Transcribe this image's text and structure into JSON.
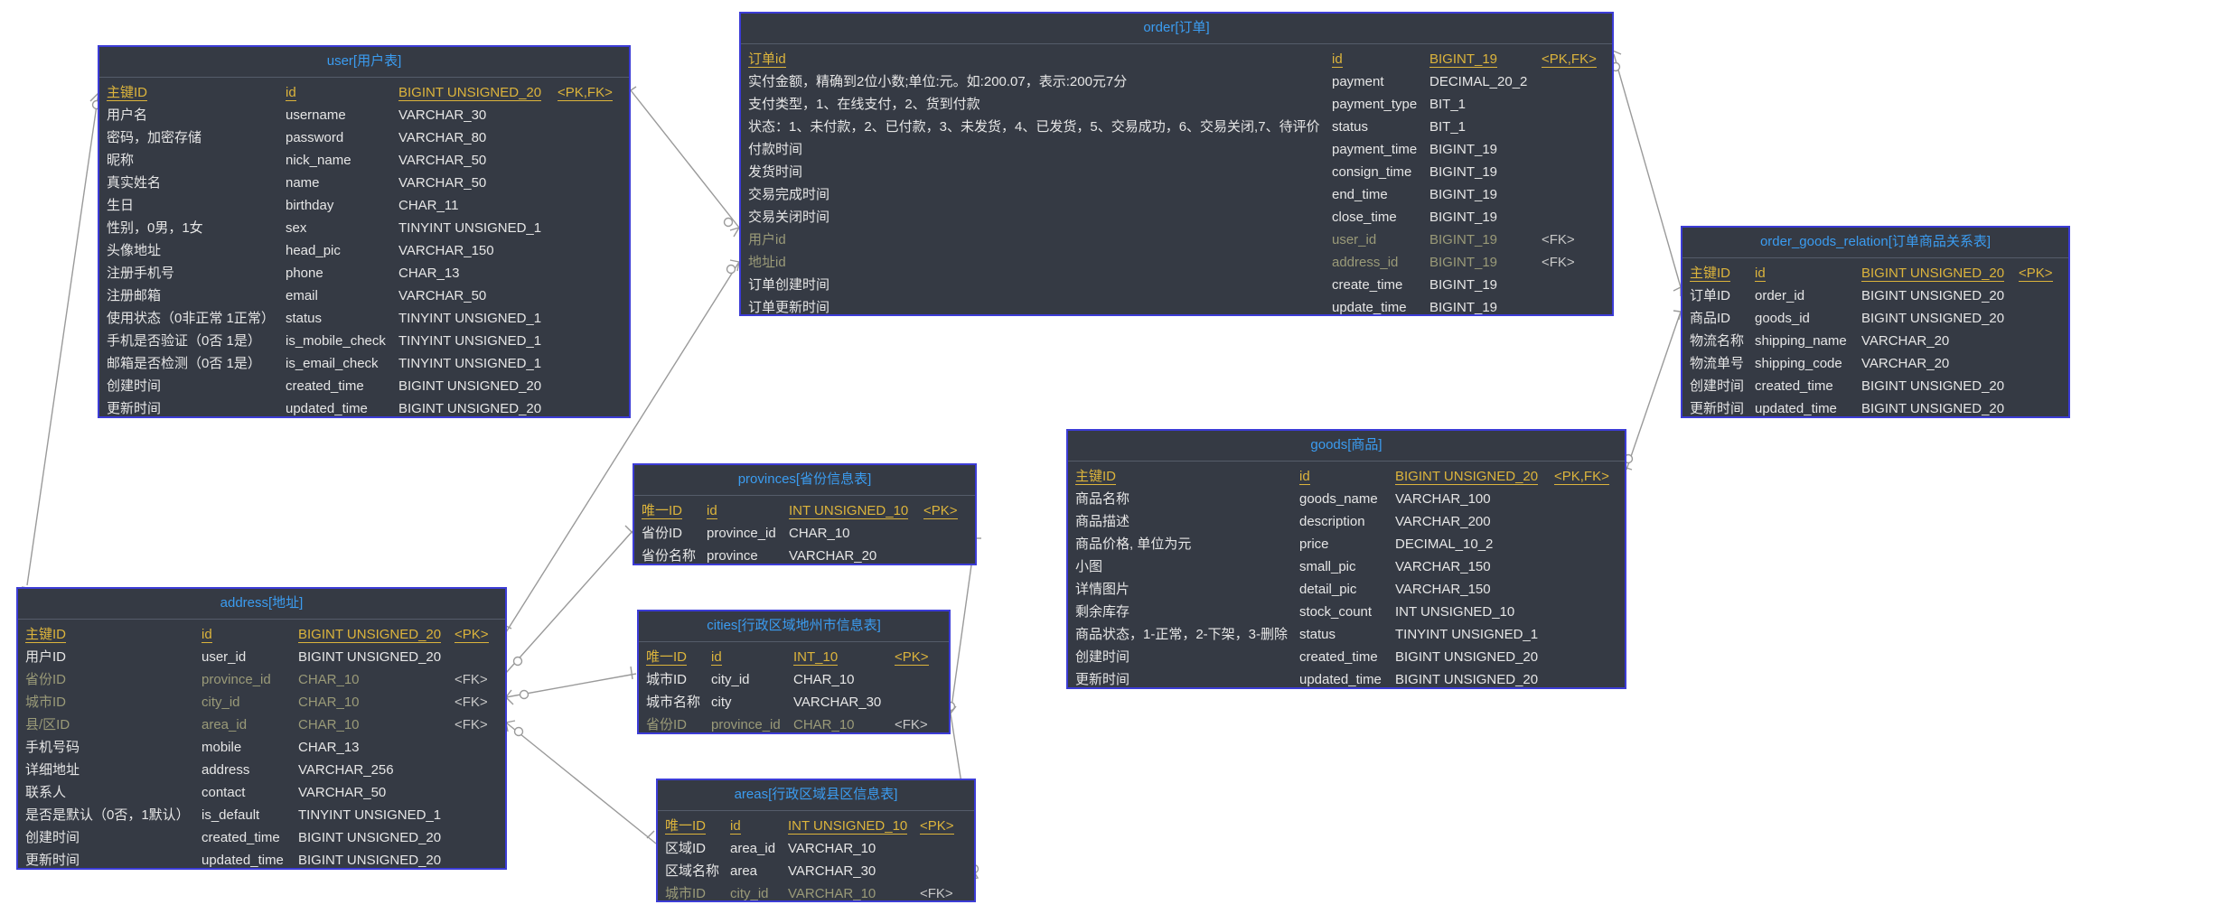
{
  "tables": {
    "user": {
      "title": "user[用户表]",
      "rows": [
        [
          "主键ID",
          "id",
          "BIGINT UNSIGNED_20",
          "<PK,FK>"
        ],
        [
          "用户名",
          "username",
          "VARCHAR_30",
          ""
        ],
        [
          "密码，加密存储",
          "password",
          "VARCHAR_80",
          ""
        ],
        [
          "昵称",
          "nick_name",
          "VARCHAR_50",
          ""
        ],
        [
          "真实姓名",
          "name",
          "VARCHAR_50",
          ""
        ],
        [
          "生日",
          "birthday",
          "CHAR_11",
          ""
        ],
        [
          "性别，0男，1女",
          "sex",
          "TINYINT UNSIGNED_1",
          ""
        ],
        [
          "头像地址",
          "head_pic",
          "VARCHAR_150",
          ""
        ],
        [
          "注册手机号",
          "phone",
          "CHAR_13",
          ""
        ],
        [
          "注册邮箱",
          "email",
          "VARCHAR_50",
          ""
        ],
        [
          "使用状态（0非正常 1正常）",
          "status",
          "TINYINT UNSIGNED_1",
          ""
        ],
        [
          "手机是否验证（0否 1是）",
          "is_mobile_check",
          "TINYINT UNSIGNED_1",
          ""
        ],
        [
          "邮箱是否检测（0否 1是）",
          "is_email_check",
          "TINYINT UNSIGNED_1",
          ""
        ],
        [
          "创建时间",
          "created_time",
          "BIGINT UNSIGNED_20",
          ""
        ],
        [
          "更新时间",
          "updated_time",
          "BIGINT UNSIGNED_20",
          ""
        ]
      ]
    },
    "order": {
      "title": "order[订单]",
      "rows": [
        [
          "订单id",
          "id",
          "BIGINT_19",
          "<PK,FK>"
        ],
        [
          "实付金额，精确到2位小数;单位:元。如:200.07，表示:200元7分",
          "payment",
          "DECIMAL_20_2",
          ""
        ],
        [
          "支付类型，1、在线支付，2、货到付款",
          "payment_type",
          "BIT_1",
          ""
        ],
        [
          "状态：1、未付款，2、已付款，3、未发货，4、已发货，5、交易成功，6、交易关闭,7、待评价",
          "status",
          "BIT_1",
          ""
        ],
        [
          "付款时间",
          "payment_time",
          "BIGINT_19",
          ""
        ],
        [
          "发货时间",
          "consign_time",
          "BIGINT_19",
          ""
        ],
        [
          "交易完成时间",
          "end_time",
          "BIGINT_19",
          ""
        ],
        [
          "交易关闭时间",
          "close_time",
          "BIGINT_19",
          ""
        ],
        [
          "用户id",
          "user_id",
          "BIGINT_19",
          "<FK>"
        ],
        [
          "地址id",
          "address_id",
          "BIGINT_19",
          "<FK>"
        ],
        [
          "订单创建时间",
          "create_time",
          "BIGINT_19",
          ""
        ],
        [
          "订单更新时间",
          "update_time",
          "BIGINT_19",
          ""
        ]
      ]
    },
    "order_goods_relation": {
      "title": "order_goods_relation[订单商品关系表]",
      "rows": [
        [
          "主键ID",
          "id",
          "BIGINT UNSIGNED_20",
          "<PK>"
        ],
        [
          "订单ID",
          "order_id",
          "BIGINT UNSIGNED_20",
          ""
        ],
        [
          "商品ID",
          "goods_id",
          "BIGINT UNSIGNED_20",
          ""
        ],
        [
          "物流名称",
          "shipping_name",
          "VARCHAR_20",
          ""
        ],
        [
          "物流单号",
          "shipping_code",
          "VARCHAR_20",
          ""
        ],
        [
          "创建时间",
          "created_time",
          "BIGINT UNSIGNED_20",
          ""
        ],
        [
          "更新时间",
          "updated_time",
          "BIGINT UNSIGNED_20",
          ""
        ]
      ]
    },
    "goods": {
      "title": "goods[商品]",
      "rows": [
        [
          "主键ID",
          "id",
          "BIGINT UNSIGNED_20",
          "<PK,FK>"
        ],
        [
          "商品名称",
          "goods_name",
          "VARCHAR_100",
          ""
        ],
        [
          "商品描述",
          "description",
          "VARCHAR_200",
          ""
        ],
        [
          "商品价格, 单位为元",
          "price",
          "DECIMAL_10_2",
          ""
        ],
        [
          "小图",
          "small_pic",
          "VARCHAR_150",
          ""
        ],
        [
          "详情图片",
          "detail_pic",
          "VARCHAR_150",
          ""
        ],
        [
          "剩余库存",
          "stock_count",
          "INT UNSIGNED_10",
          ""
        ],
        [
          "商品状态，1-正常，2-下架，3-删除",
          "status",
          "TINYINT UNSIGNED_1",
          ""
        ],
        [
          "创建时间",
          "created_time",
          "BIGINT UNSIGNED_20",
          ""
        ],
        [
          "更新时间",
          "updated_time",
          "BIGINT UNSIGNED_20",
          ""
        ]
      ]
    },
    "provinces": {
      "title": "provinces[省份信息表]",
      "rows": [
        [
          "唯一ID",
          "id",
          "INT UNSIGNED_10",
          "<PK>"
        ],
        [
          "省份ID",
          "province_id",
          "CHAR_10",
          ""
        ],
        [
          "省份名称",
          "province",
          "VARCHAR_20",
          ""
        ]
      ]
    },
    "address": {
      "title": "address[地址]",
      "rows": [
        [
          "主键ID",
          "id",
          "BIGINT UNSIGNED_20",
          "<PK>"
        ],
        [
          "用户ID",
          "user_id",
          "BIGINT UNSIGNED_20",
          ""
        ],
        [
          "省份ID",
          "province_id",
          "CHAR_10",
          "<FK>"
        ],
        [
          "城市ID",
          "city_id",
          "CHAR_10",
          "<FK>"
        ],
        [
          "县/区ID",
          "area_id",
          "CHAR_10",
          "<FK>"
        ],
        [
          "手机号码",
          "mobile",
          "CHAR_13",
          ""
        ],
        [
          "详细地址",
          "address",
          "VARCHAR_256",
          ""
        ],
        [
          "联系人",
          "contact",
          "VARCHAR_50",
          ""
        ],
        [
          "是否是默认（0否，1默认）",
          "is_default",
          "TINYINT UNSIGNED_1",
          ""
        ],
        [
          "创建时间",
          "created_time",
          "BIGINT UNSIGNED_20",
          ""
        ],
        [
          "更新时间",
          "updated_time",
          "BIGINT UNSIGNED_20",
          ""
        ]
      ]
    },
    "cities": {
      "title": "cities[行政区域地州市信息表]",
      "rows": [
        [
          "唯一ID",
          "id",
          "INT_10",
          "<PK>"
        ],
        [
          "城市ID",
          "city_id",
          "CHAR_10",
          ""
        ],
        [
          "城市名称",
          "city",
          "VARCHAR_30",
          ""
        ],
        [
          "省份ID",
          "province_id",
          "CHAR_10",
          "<FK>"
        ]
      ]
    },
    "areas": {
      "title": "areas[行政区域县区信息表]",
      "rows": [
        [
          "唯一ID",
          "id",
          "INT UNSIGNED_10",
          "<PK>"
        ],
        [
          "区域ID",
          "area_id",
          "VARCHAR_10",
          ""
        ],
        [
          "区域名称",
          "area",
          "VARCHAR_30",
          ""
        ],
        [
          "城市ID",
          "city_id",
          "VARCHAR_10",
          "<FK>"
        ]
      ]
    }
  }
}
